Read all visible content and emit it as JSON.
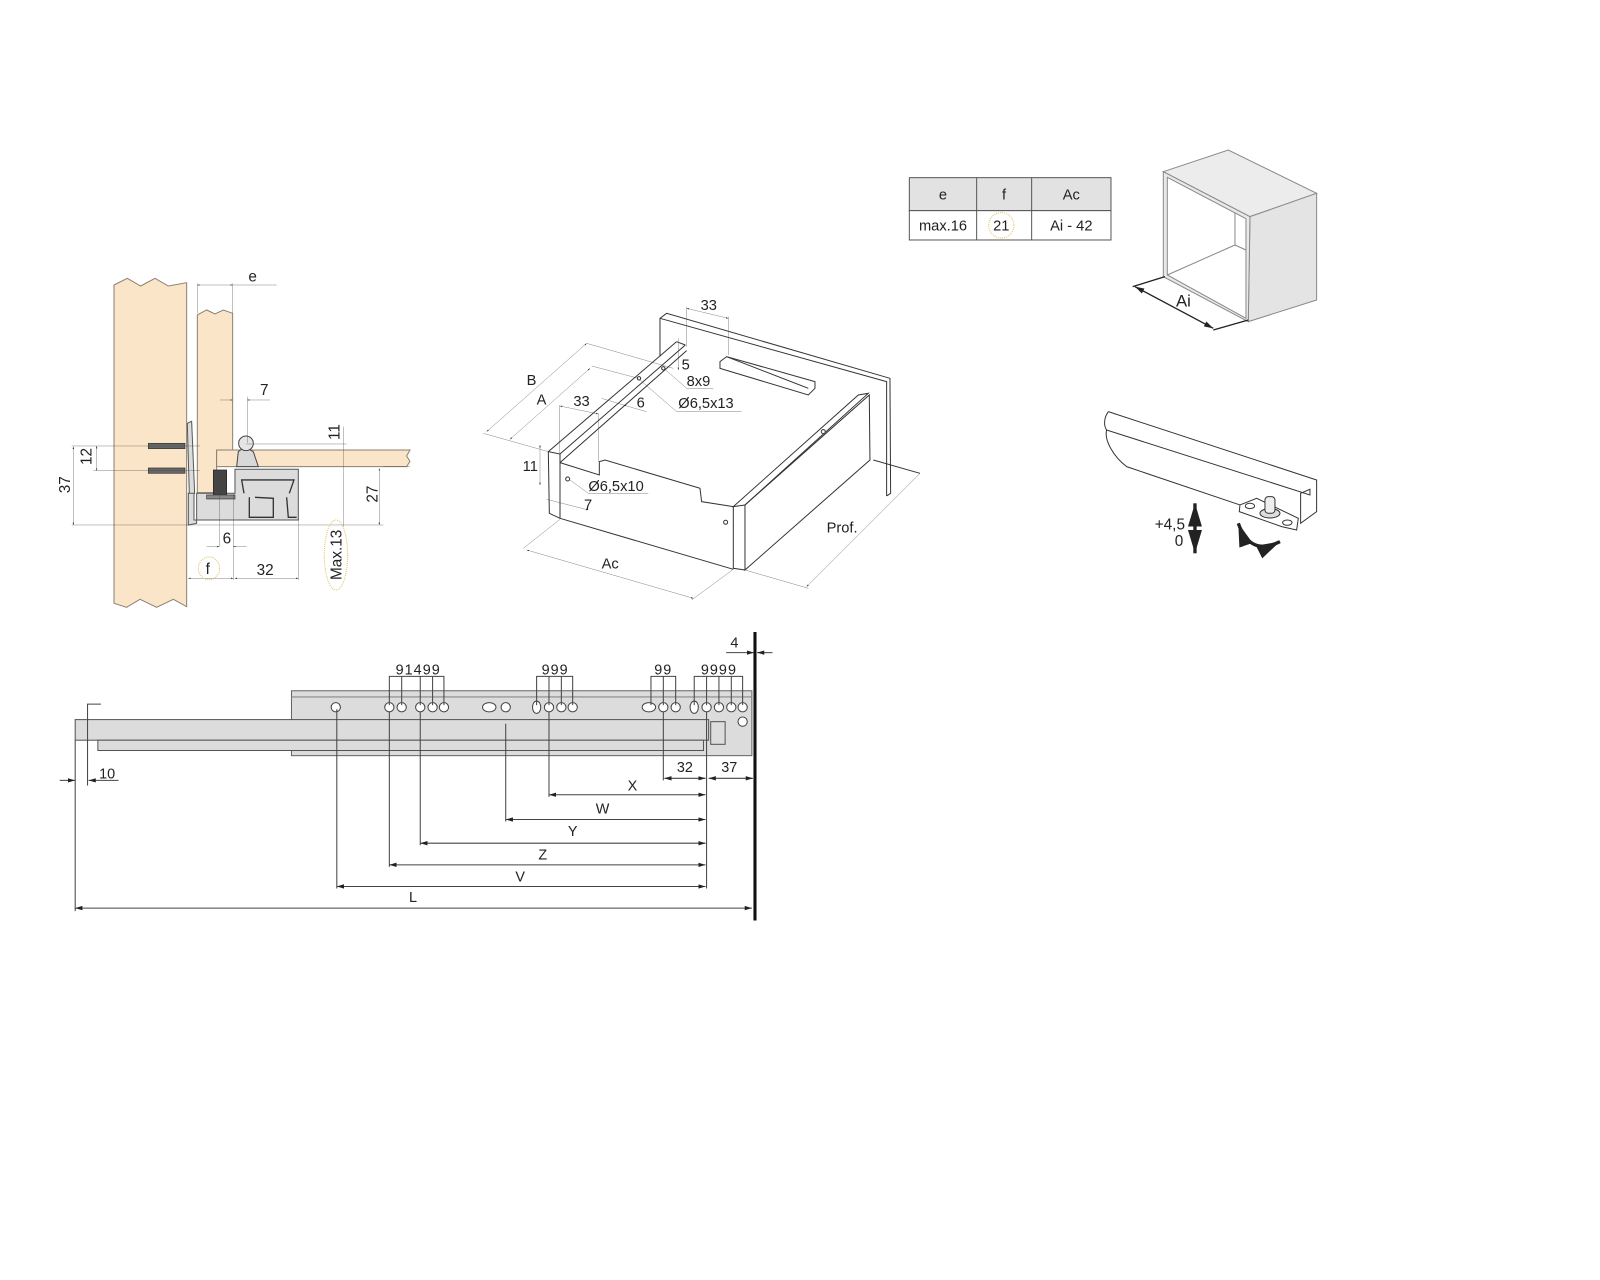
{
  "colors": {
    "wood": "#fbe5c8",
    "metal": "#dcdcdc",
    "highlight": "#e2c25a",
    "cell_header": "#e2e2e2"
  },
  "section_view": {
    "e": "e",
    "d7": "7",
    "d11": "11",
    "d12": "12",
    "d37": "37",
    "d27": "27",
    "d6": "6",
    "f": "f",
    "d32": "32",
    "max13": "Max.13"
  },
  "drawer_view": {
    "d33_top": "33",
    "d5": "5",
    "hole_8x9": "8x9",
    "hole_13": "Ø6,5x13",
    "B": "B",
    "A": "A",
    "d33_left": "33",
    "d6": "6",
    "d11": "11",
    "hole_10": "Ø6,5x10",
    "d7": "7",
    "Ac": "Ac",
    "Prof": "Prof."
  },
  "table": {
    "headers": [
      "e",
      "f",
      "Ac"
    ],
    "row": [
      "max.16",
      "21",
      "Ai - 42"
    ]
  },
  "cabinet": {
    "Ai": "Ai"
  },
  "adjuster": {
    "plus": "+4,5",
    "zero": "0"
  },
  "slide_view": {
    "hole_groups": [
      "91499",
      "999",
      "99",
      "9999"
    ],
    "d4": "4",
    "d10": "10",
    "d32": "32",
    "d37": "37",
    "X": "X",
    "W": "W",
    "Y": "Y",
    "Z": "Z",
    "V": "V",
    "L": "L"
  }
}
